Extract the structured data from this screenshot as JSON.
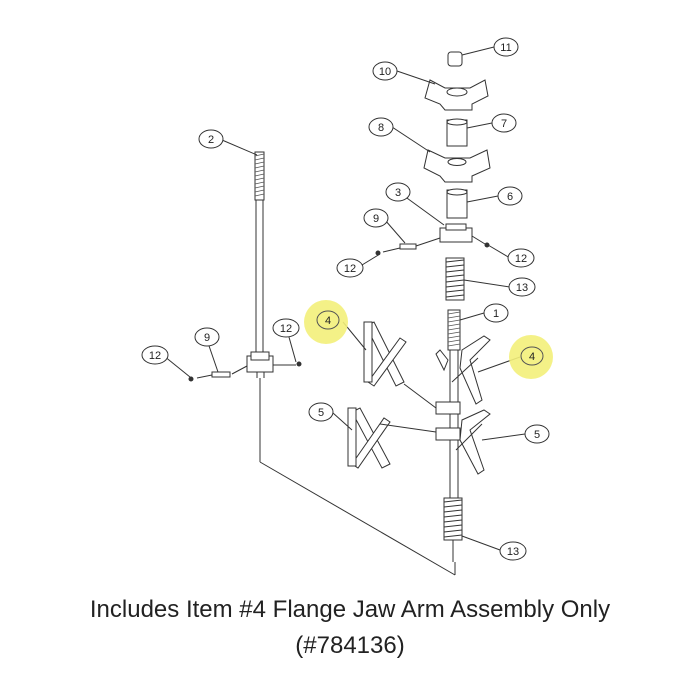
{
  "callouts": [
    {
      "id": "c11-top",
      "label": "11"
    },
    {
      "id": "c10",
      "label": "10"
    },
    {
      "id": "c7",
      "label": "7"
    },
    {
      "id": "c8",
      "label": "8"
    },
    {
      "id": "c6",
      "label": "6"
    },
    {
      "id": "c3",
      "label": "3"
    },
    {
      "id": "c9-right",
      "label": "9"
    },
    {
      "id": "c12-right-a",
      "label": "12"
    },
    {
      "id": "c12-right-b",
      "label": "12"
    },
    {
      "id": "c13-top",
      "label": "13"
    },
    {
      "id": "c1",
      "label": "1"
    },
    {
      "id": "c4-left",
      "label": "4",
      "highlight": true
    },
    {
      "id": "c4-right",
      "label": "4",
      "highlight": true
    },
    {
      "id": "c5-left",
      "label": "5"
    },
    {
      "id": "c5-right",
      "label": "5"
    },
    {
      "id": "c13-bottom",
      "label": "13"
    },
    {
      "id": "c2",
      "label": "2"
    },
    {
      "id": "c9-left",
      "label": "9"
    },
    {
      "id": "c12-left-a",
      "label": "12"
    },
    {
      "id": "c12-left-b",
      "label": "12"
    }
  ],
  "caption": {
    "line1": "Includes Item #4 Flange Jaw Arm Assembly Only",
    "line2": "(#784136)"
  },
  "colors": {
    "highlight": "#f3ef7a",
    "line": "#333333",
    "text": "#222222"
  }
}
